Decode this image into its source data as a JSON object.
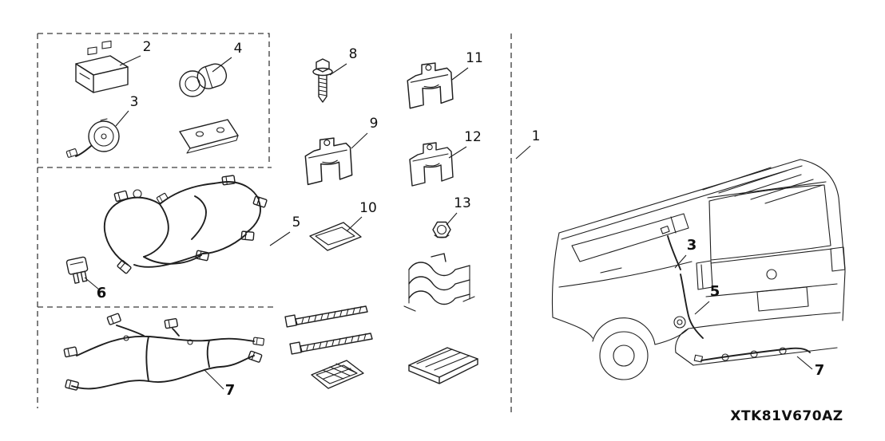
{
  "diagram": {
    "part_code": "XTK81V670AZ",
    "callouts": {
      "kit": "1",
      "control_unit": "2",
      "buzzer": "3",
      "sensor": "4",
      "harness_main": "5",
      "fuse": "6",
      "harness_sub": "7",
      "bolt": "8",
      "clip_a": "9",
      "template": "10",
      "clip_b": "11",
      "clip_c": "12",
      "nut": "13",
      "car_buzzer": "3",
      "car_harness_main": "5",
      "car_harness_sub": "7"
    }
  }
}
